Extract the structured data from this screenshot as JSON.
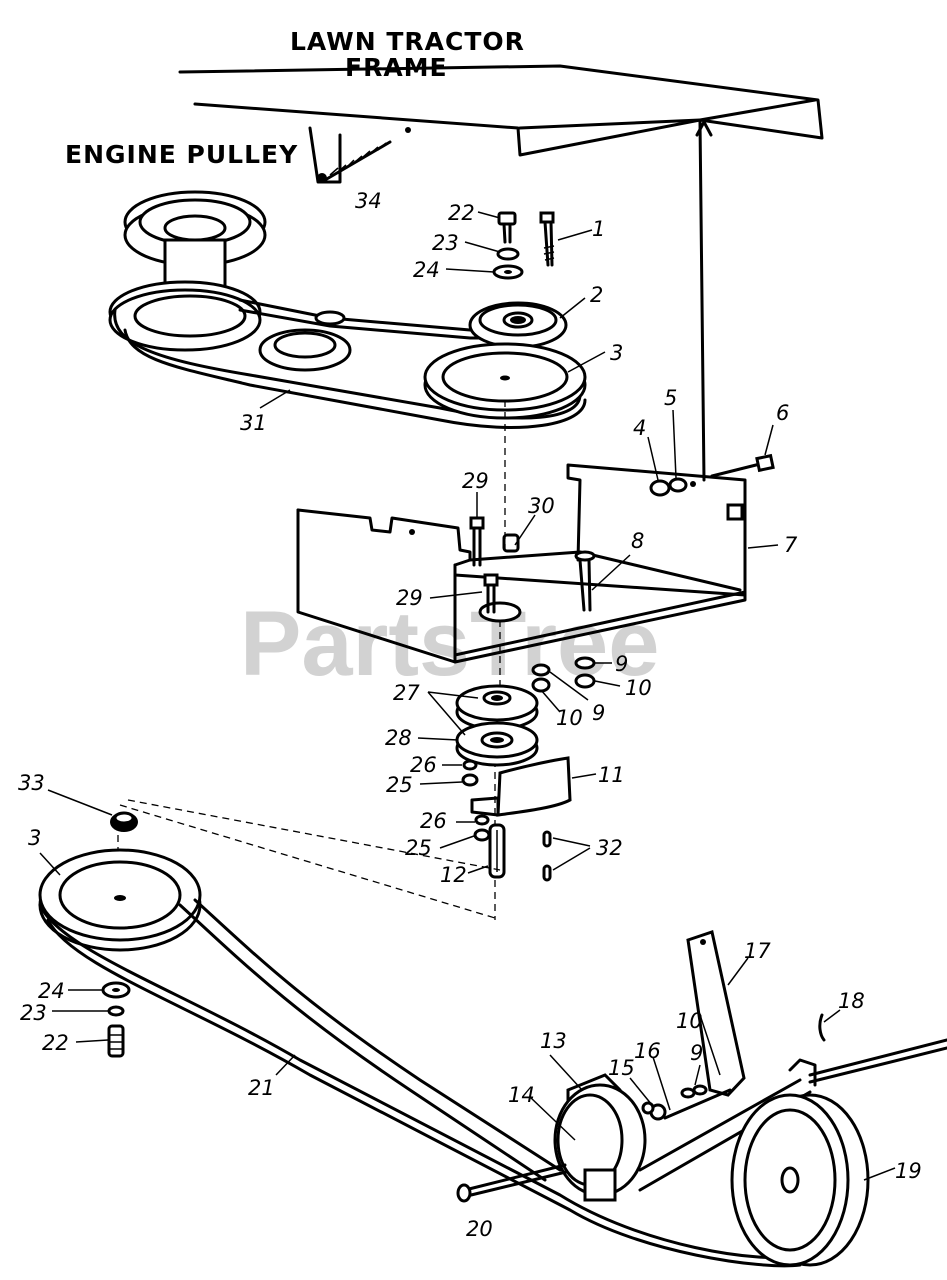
{
  "labels": {
    "frame_title_line1": "LAWN TRACTOR",
    "frame_title_line2": "FRAME",
    "engine_pulley": "ENGINE PULLEY",
    "watermark": "PartsTree"
  },
  "callouts": {
    "c1": "1",
    "c2": "2",
    "c3a": "3",
    "c3b": "3",
    "c4": "4",
    "c5": "5",
    "c6": "6",
    "c7": "7",
    "c8": "8",
    "c9a": "9",
    "c9b": "9",
    "c9c": "9",
    "c10a": "10",
    "c10b": "10",
    "c10c": "10",
    "c11": "11",
    "c12": "12",
    "c13": "13",
    "c14": "14",
    "c15": "15",
    "c16": "16",
    "c17": "17",
    "c18": "18",
    "c19": "19",
    "c20": "20",
    "c21": "21",
    "c22a": "22",
    "c22b": "22",
    "c23a": "23",
    "c23b": "23",
    "c24a": "24",
    "c24b": "24",
    "c25a": "25",
    "c25b": "25",
    "c26a": "26",
    "c26b": "26",
    "c27": "27",
    "c28": "28",
    "c29a": "29",
    "c29b": "29",
    "c30": "30",
    "c31": "31",
    "c32": "32",
    "c33": "33",
    "c34": "34"
  }
}
